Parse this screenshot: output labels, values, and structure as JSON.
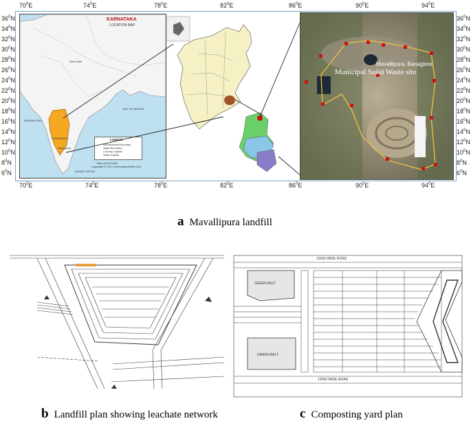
{
  "panel_a": {
    "top_lon_ticks": [
      "70",
      "74",
      "78",
      "82",
      "86",
      "90",
      "94"
    ],
    "bottom_lon_ticks": [
      "70",
      "74",
      "78",
      "82",
      "86",
      "90",
      "94"
    ],
    "lon_suffix": "E",
    "left_lat_ticks": [
      "36",
      "34",
      "32",
      "30",
      "28",
      "26",
      "24",
      "22",
      "20",
      "18",
      "16",
      "14",
      "12",
      "10",
      "8",
      "6"
    ],
    "right_lat_ticks": [
      "36",
      "34",
      "32",
      "30",
      "28",
      "26",
      "24",
      "22",
      "20",
      "18",
      "16",
      "14",
      "12",
      "10",
      "8",
      "6"
    ],
    "lat_suffix": "N",
    "map_title": "KARNATAKA",
    "map_subtitle": "LOCATION MAP",
    "legend_title": "Legend",
    "legend_items": [
      "International Boundary",
      "State Boundary",
      "Country Capital",
      "State Capital"
    ],
    "not_to_scale": "Map not to Scale",
    "copyright": "Copyright © 2017 www.mapsofindia.com",
    "new_delhi": "New Delhi",
    "karnataka_label": "KARNATAKA",
    "bengaluru_label": "Bengaluru",
    "arabian_sea": "ARABIAN SEA",
    "bay_of_bengal": "BAY OF BENGAL",
    "indian_ocean": "INDIAN OCEAN",
    "satellite_place": "Mavallipura, Banaglore",
    "satellite_site": "Municipal Solid Waste site",
    "colors": {
      "india_land": "#f4f4f4",
      "sea": "#bfe0f0",
      "karnataka": "#f7a823",
      "state_fill": "#f6f1c4",
      "district_highlight": "#a0522d",
      "site_marker": "#d01010"
    }
  },
  "panel_b": {
    "tag": "b",
    "caption": "Landfill plan showing leachate network"
  },
  "panel_c": {
    "tag": "c",
    "caption": "Composting yard plan",
    "road_label": "12000 WIDE ROAD",
    "green_belt": "GREEN BELT"
  },
  "panel_a_caption": {
    "tag": "a",
    "caption": "Mavallipura landfill"
  }
}
